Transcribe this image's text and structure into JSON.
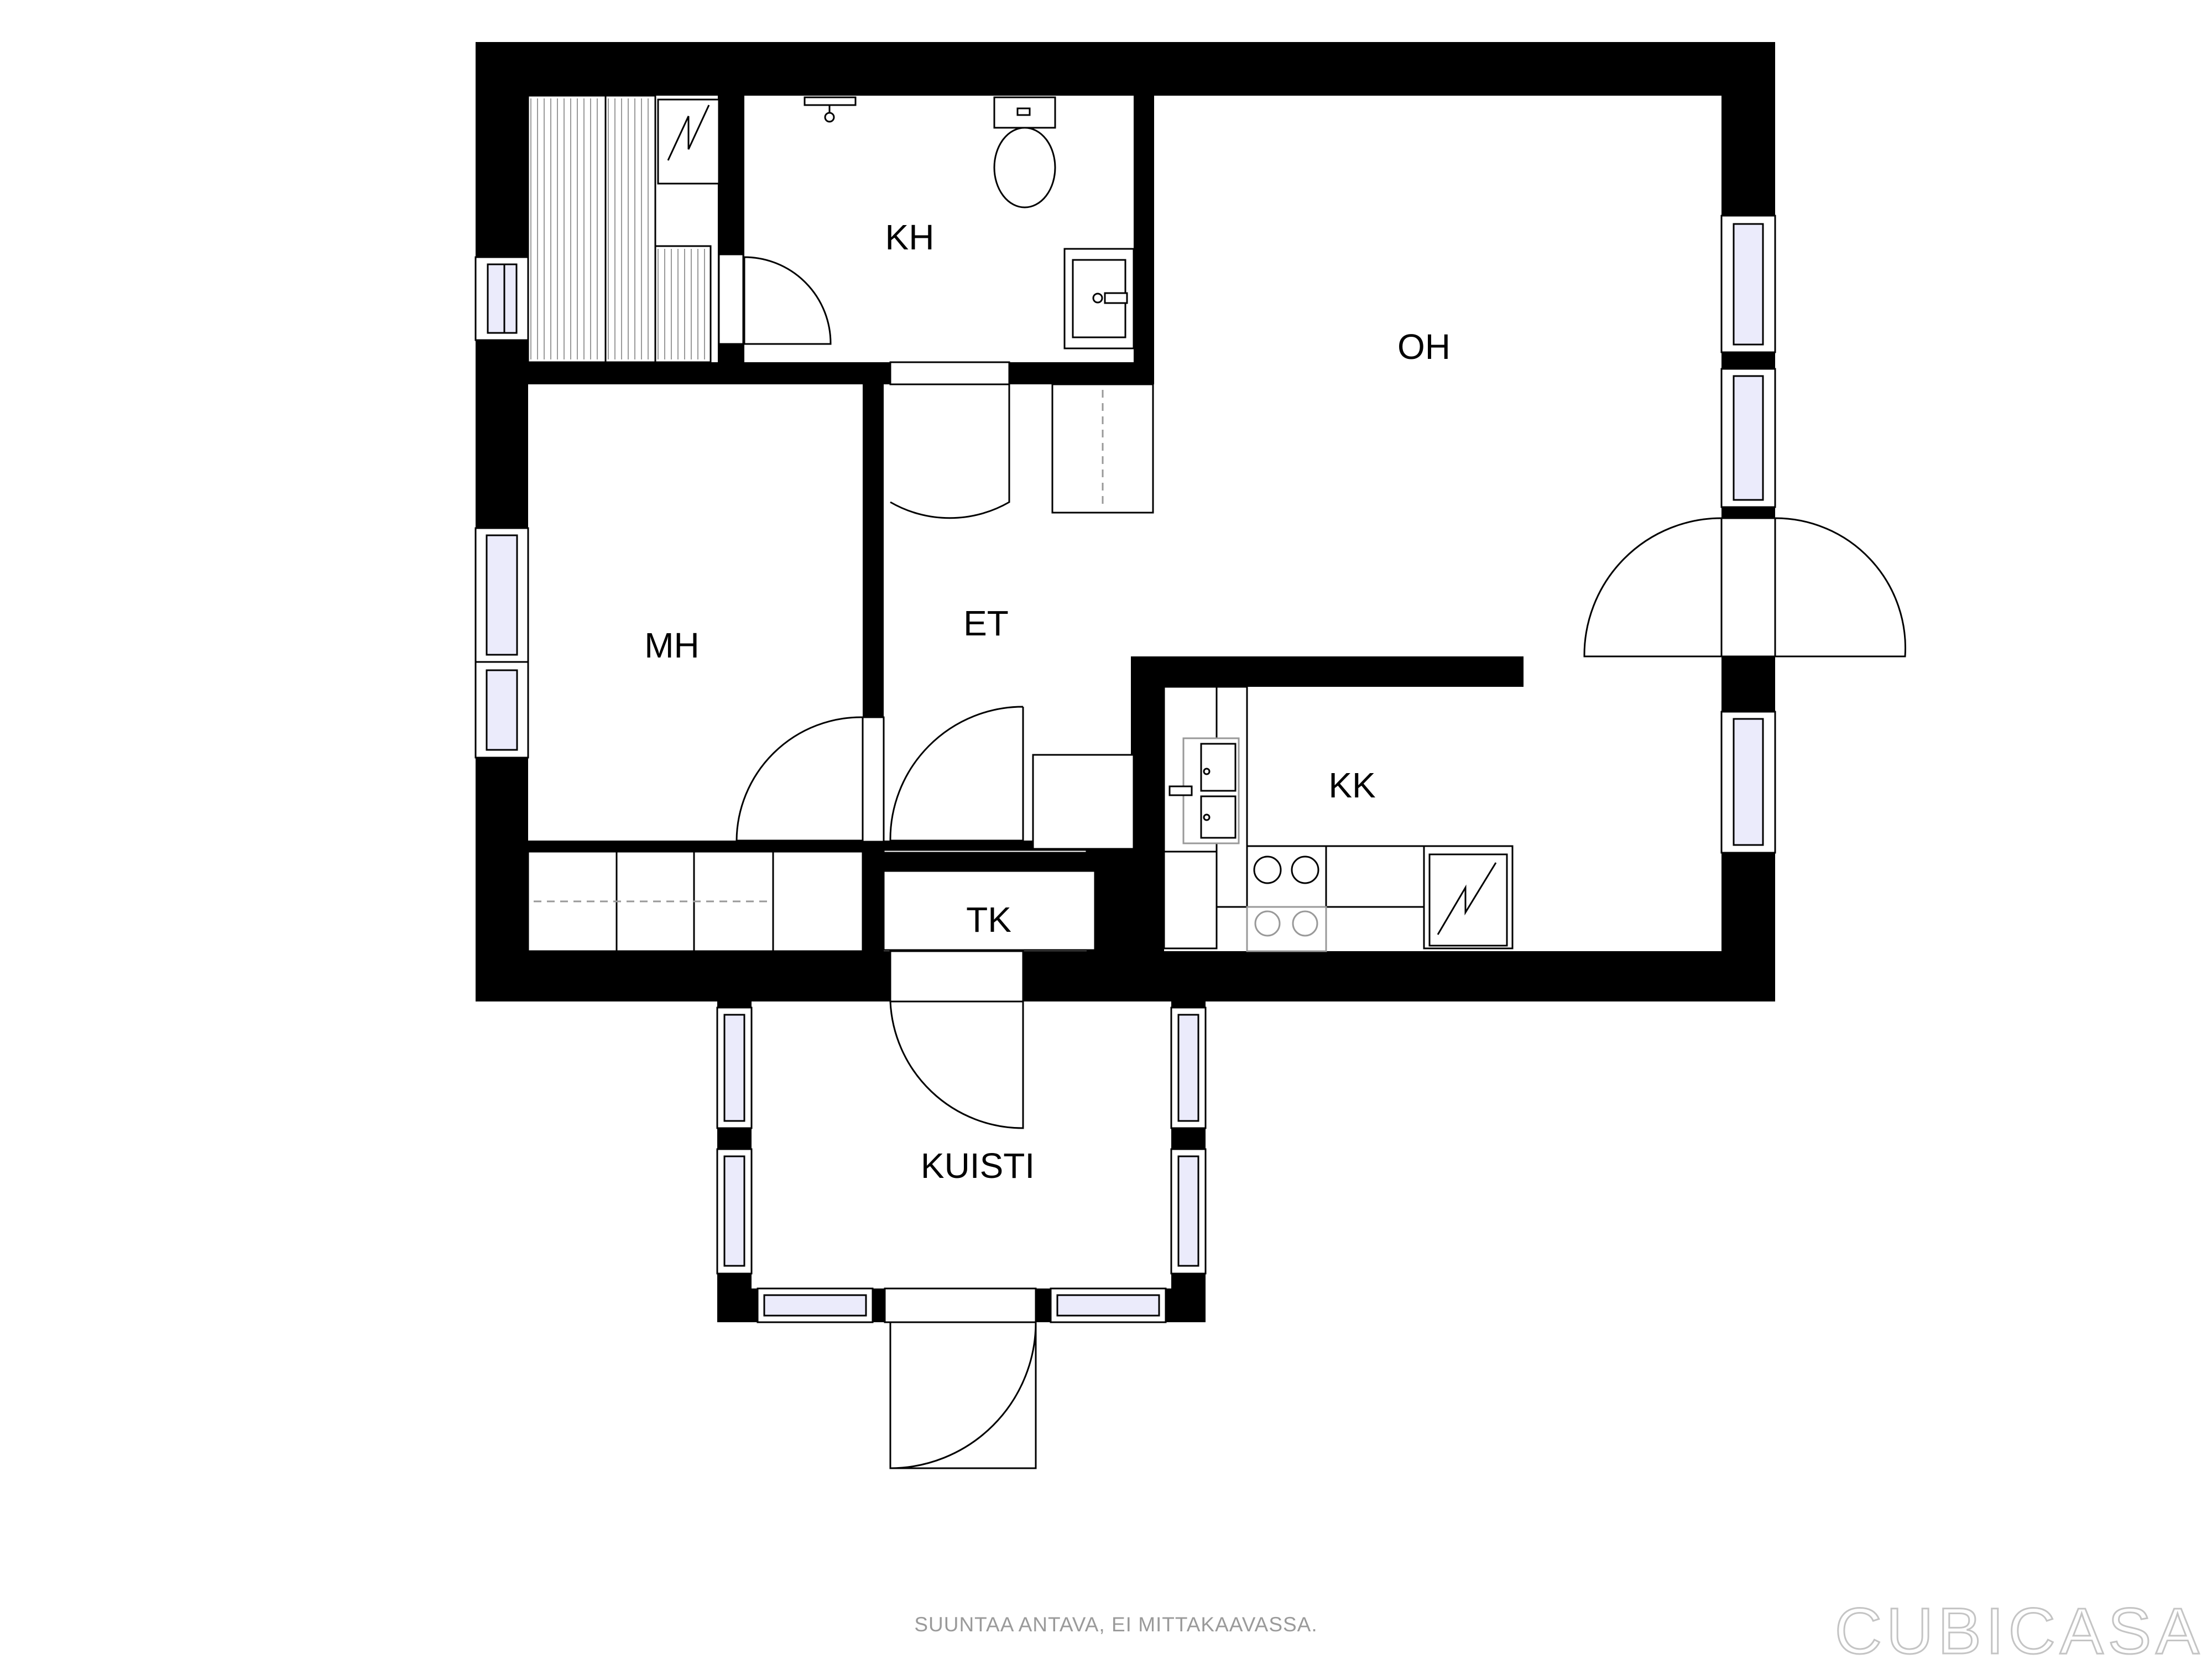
{
  "rooms": {
    "kh": "KH",
    "oh": "OH",
    "mh": "MH",
    "et": "ET",
    "kk": "KK",
    "tk": "TK",
    "kuisti": "KUISTI"
  },
  "footer": {
    "disclaimer": "SUUNTAA ANTAVA, EI MITTAKAAVASSA.",
    "brand": "CUBICASA"
  },
  "colors": {
    "wall": "#000000",
    "window_glass": "#ebebfb",
    "fixture_dashed": "#999999",
    "footer_text": "#9a9a9a"
  }
}
